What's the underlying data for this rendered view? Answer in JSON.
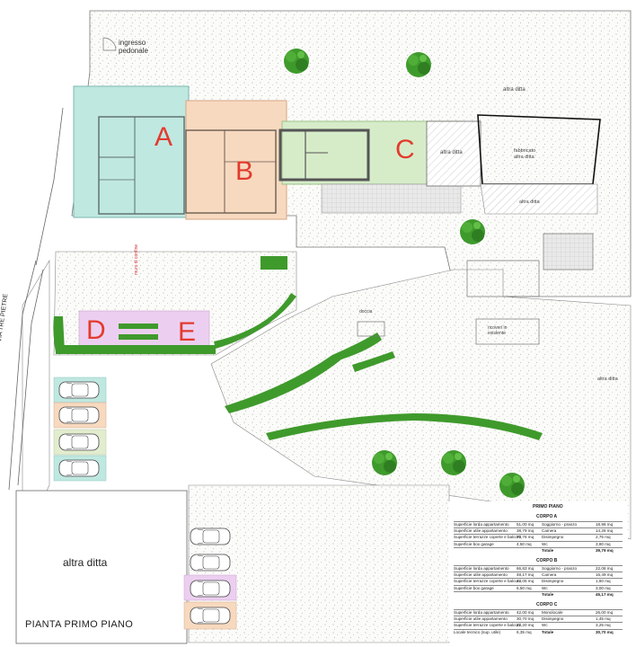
{
  "labels": {
    "A": "A",
    "B": "B",
    "C": "C",
    "D": "D",
    "E": "E",
    "ingresso": "ingresso\npedonale",
    "altra_ditta": "altra ditta",
    "fabbricato": "fabbricato\naltra ditta",
    "via": "VIA TRE PIETRE",
    "title": "PIANTA PRIMO PIANO",
    "muro": "muro di confine",
    "doccia": "doccia",
    "ricoveri": "ricoveri in\nesistente",
    "primo_piano": "PRIMO PIANO"
  },
  "colors": {
    "A": "#bfe8e1",
    "B": "#f7d9bf",
    "C": "#d6ecc9",
    "D": "#eccff0",
    "tree": "#3a8a2a",
    "lettering": "#e23b2e"
  },
  "parking_colors": [
    "#bfe8e1",
    "#f7d9bf",
    "#e2eccf",
    "#bfe8e1"
  ],
  "parking_colors_bottom": [
    "#ffffff",
    "#ffffff",
    "#eccff0",
    "#f7d9bf"
  ],
  "table": {
    "corpo_a": {
      "title": "CORPO A",
      "rows": [
        [
          "Superficie lorda appartamento",
          "51,00 mq",
          "Soggiorno - pranzo",
          "18,98 mq"
        ],
        [
          "Superficie utile appartamento",
          "38,79 mq",
          "Camera",
          "14,28 mq"
        ],
        [
          "Superficie terrazze coperte e balconi",
          "70,76 mq",
          "Disimpegno",
          "2,75 mq"
        ],
        [
          "Superficie box garage",
          "4,50 mq",
          "Wc",
          "3,80 mq"
        ],
        [
          "",
          "",
          "Totale",
          "39,79 mq"
        ]
      ]
    },
    "corpo_b": {
      "title": "CORPO B",
      "rows": [
        [
          "Superficie lorda appartamento",
          "66,83 mq",
          "Soggiorno - pranzo",
          "22,08 mq"
        ],
        [
          "Superficie utile appartamento",
          "48,17 mq",
          "Camera",
          "16,49 mq"
        ],
        [
          "Superficie terrazze coperte e balconi",
          "44,05 mq",
          "Disimpegno",
          "1,60 mq"
        ],
        [
          "Superficie box garage",
          "6,50 mq",
          "Wc",
          "3,00 mq"
        ],
        [
          "",
          "",
          "Totale",
          "45,17 mq"
        ]
      ]
    },
    "corpo_c": {
      "title": "CORPO C",
      "rows": [
        [
          "Superficie lorda appartamento",
          "42,00 mq",
          "Monolocale",
          "26,00 mq"
        ],
        [
          "Superficie utile appartamento",
          "30,70 mq",
          "Disimpegno",
          "1,45 mq"
        ],
        [
          "Superficie terrazze coperte e balconi",
          "22,20 mq",
          "Wc",
          "3,25 mq"
        ],
        [
          "Locale tecnico (sup. utile)",
          "6,35 mq",
          "Totale",
          "30,70 mq"
        ]
      ]
    }
  }
}
